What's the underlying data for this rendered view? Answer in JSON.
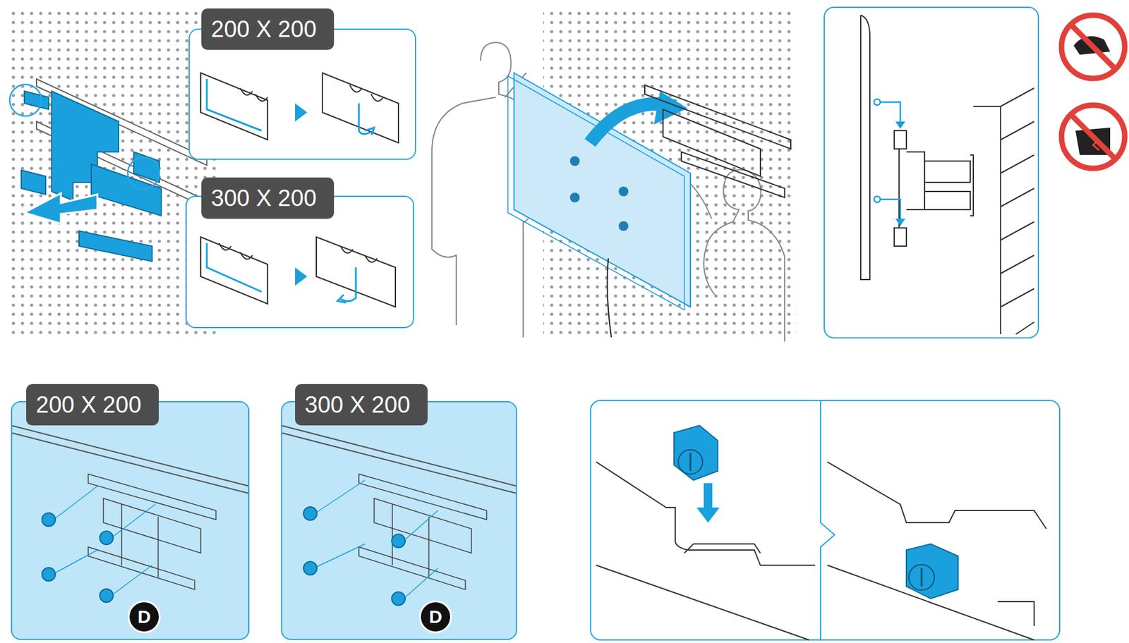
{
  "diagram": {
    "nodes": [
      {
        "text": [
          "200 X 200"
        ]
      },
      {
        "text": [
          "300 X 200"
        ]
      },
      {
        "text": [
          "200 X 200"
        ]
      },
      {
        "text": [
          "D"
        ],
        "in": 2
      },
      {
        "text": [
          "300 X 200"
        ]
      },
      {
        "text": [
          "D"
        ],
        "in": 4
      }
    ]
  }
}
